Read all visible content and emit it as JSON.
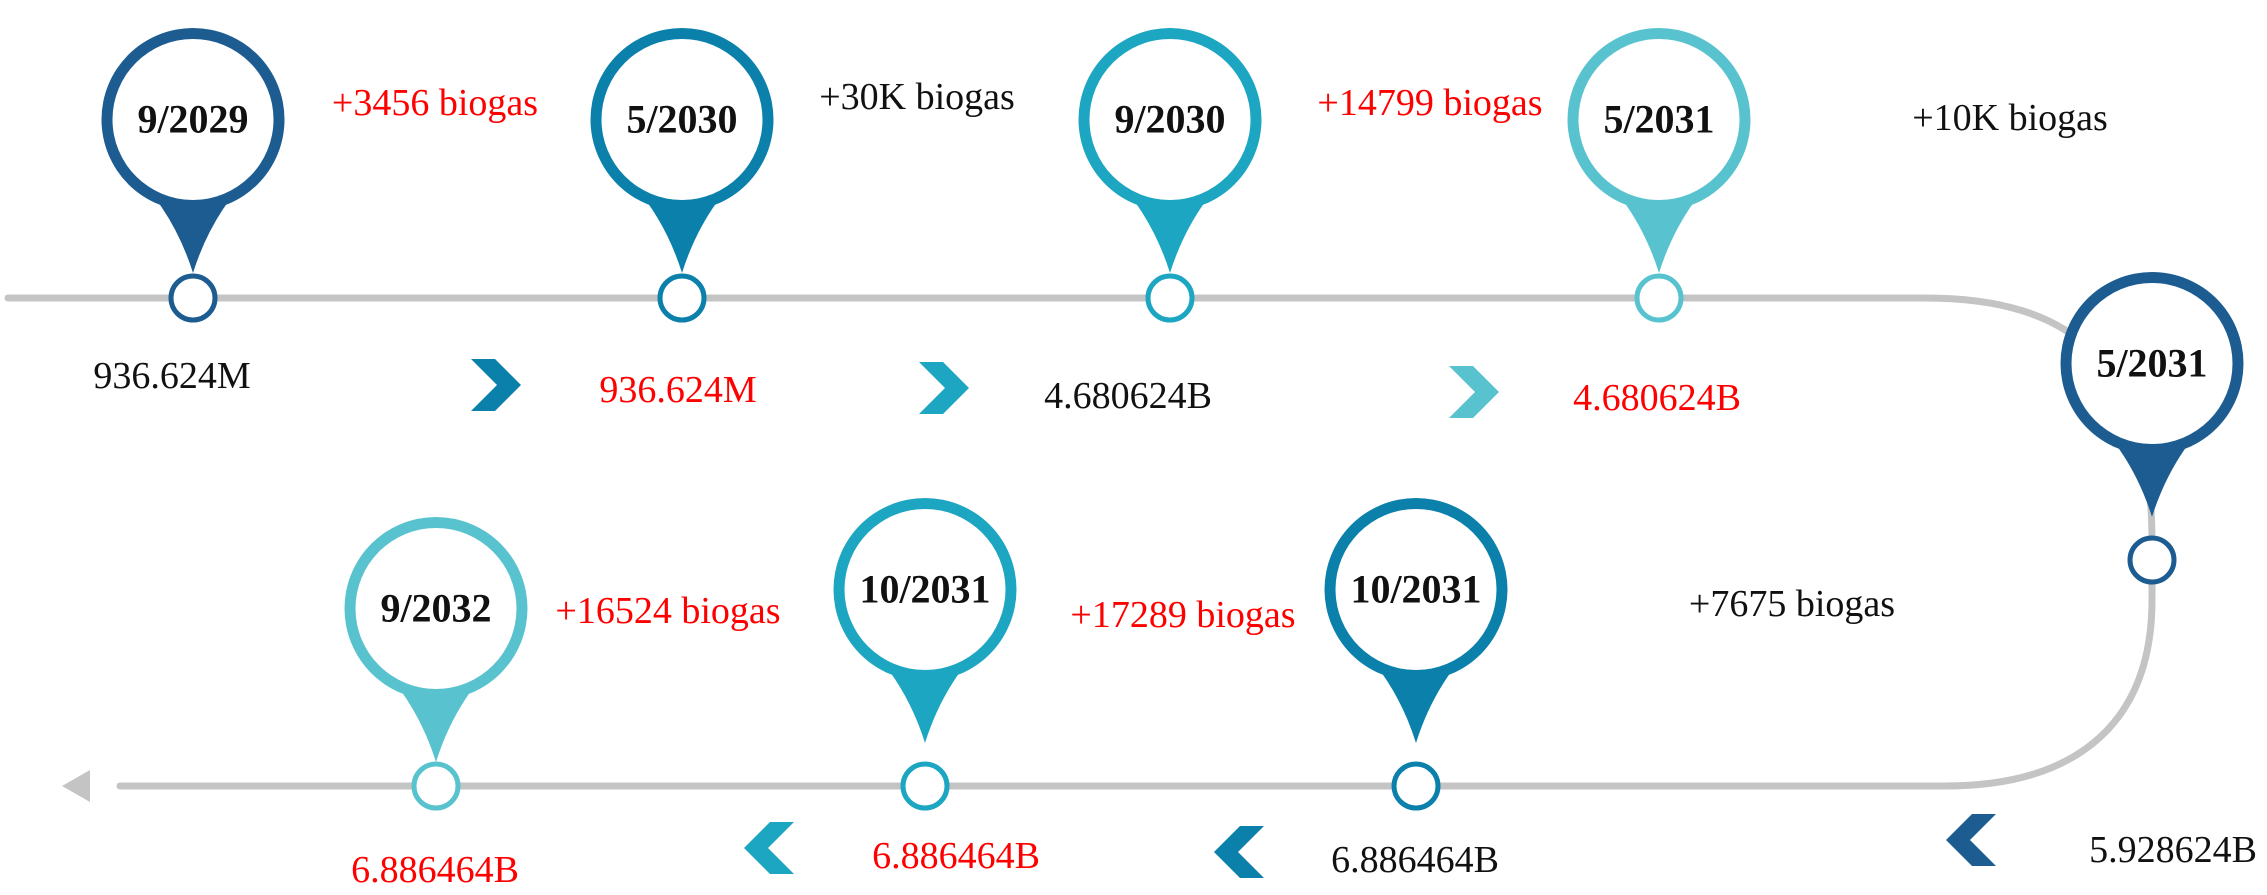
{
  "colors": {
    "track": "#c4c4c4",
    "pin_dark": "#1d5c91",
    "pin_mid": "#0a80ab",
    "pin_teal": "#1da6c1",
    "pin_light": "#58c3cf",
    "text_dark": "#111111",
    "text_red": "#ff0000"
  },
  "milestones": [
    {
      "date": "9/2029",
      "value": "936.624M",
      "value_color": "dark",
      "pin_color": "dark"
    },
    {
      "date": "5/2030",
      "value": "936.624M",
      "value_color": "red",
      "pin_color": "mid"
    },
    {
      "date": "9/2030",
      "value": "4.680624B",
      "value_color": "dark",
      "pin_color": "teal"
    },
    {
      "date": "5/2031",
      "value": "4.680624B",
      "value_color": "red",
      "pin_color": "light"
    },
    {
      "date": "5/2031",
      "value": "5.928624B",
      "value_color": "dark",
      "pin_color": "dark"
    },
    {
      "date": "10/2031",
      "value": "6.886464B",
      "value_color": "dark",
      "pin_color": "mid"
    },
    {
      "date": "10/2031",
      "value": "6.886464B",
      "value_color": "red",
      "pin_color": "teal"
    },
    {
      "date": "9/2032",
      "value": "6.886464B",
      "value_color": "red",
      "pin_color": "light"
    }
  ],
  "increments": [
    {
      "text": "+3456 biogas",
      "color": "red"
    },
    {
      "text": "+30K biogas",
      "color": "dark"
    },
    {
      "text": "+14799 biogas",
      "color": "red"
    },
    {
      "text": "+10K biogas",
      "color": "dark"
    },
    {
      "text": "+7675 biogas",
      "color": "dark"
    },
    {
      "text": "+17289 biogas",
      "color": "red"
    },
    {
      "text": "+16524 biogas",
      "color": "red"
    }
  ],
  "chevrons": [
    {
      "direction": "right",
      "color": "mid"
    },
    {
      "direction": "right",
      "color": "teal"
    },
    {
      "direction": "right",
      "color": "light"
    },
    {
      "direction": "left",
      "color": "dark"
    },
    {
      "direction": "left",
      "color": "mid"
    },
    {
      "direction": "left",
      "color": "teal"
    }
  ]
}
